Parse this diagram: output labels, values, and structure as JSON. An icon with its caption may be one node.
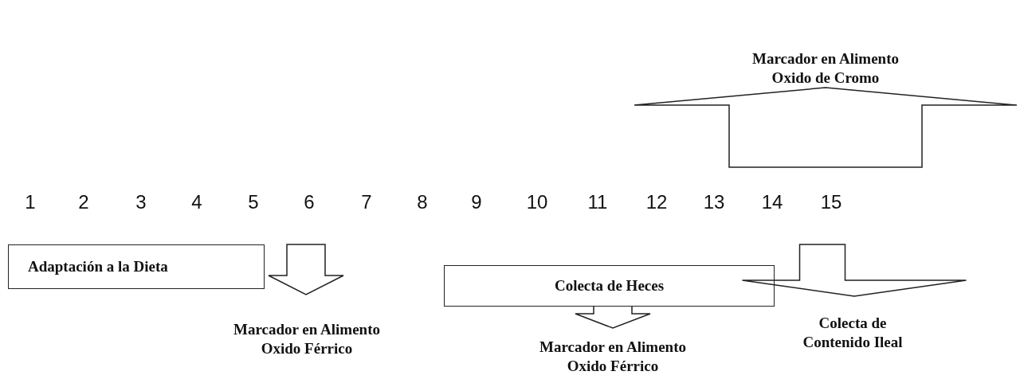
{
  "diagram": {
    "nodes": [
      {
        "text": [
          "Marcador en Alimento Oxido de Cromo"
        ]
      },
      {
        "text": [
          "Adaptación a la Dieta"
        ]
      },
      {
        "text": [
          "Colecta de Heces"
        ]
      },
      {
        "text": [
          "Marcador en Alimento Oxido Férrico"
        ]
      },
      {
        "text": [
          "Colecta de Contenido Ileal"
        ]
      },
      {
        "text": [
          "Marcador en Alimento Oxido Férrico"
        ]
      }
    ],
    "edges": [
      {
        "from": null,
        "to": 0,
        "arrow": "to"
      },
      {
        "from": null,
        "to": 3,
        "arrow": "to"
      },
      {
        "from": 2,
        "to": 5,
        "arrow": "to"
      },
      {
        "from": null,
        "to": 4,
        "arrow": "to"
      }
    ],
    "labels": [
      "1",
      "2",
      "3",
      "4",
      "5",
      "6",
      "7",
      "8",
      "9",
      "10",
      "11",
      "12",
      "13",
      "14",
      "15"
    ]
  }
}
